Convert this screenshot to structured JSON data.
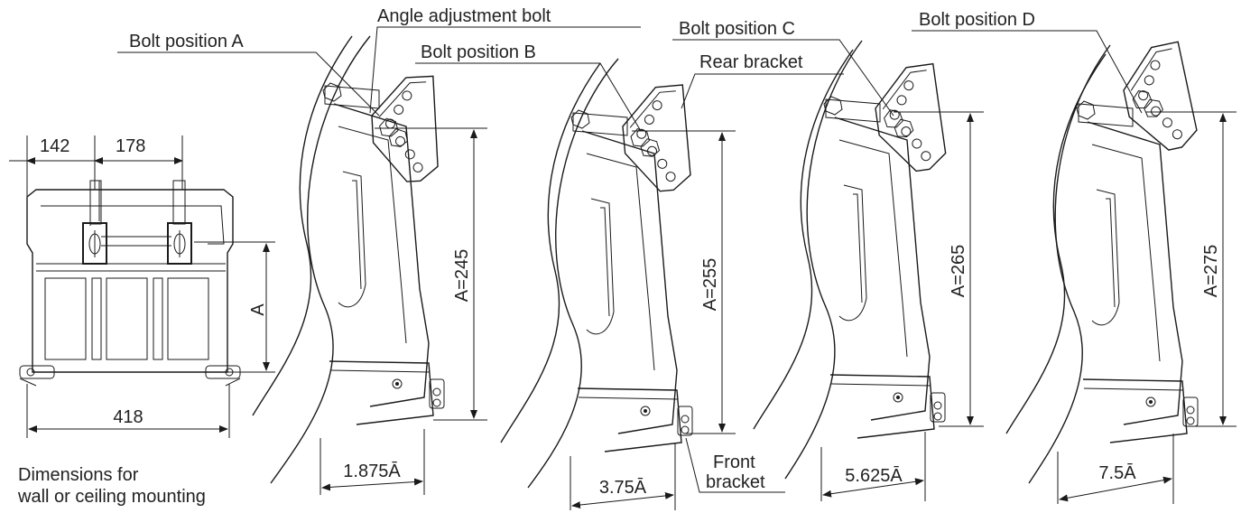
{
  "labels": {
    "angle_bolt": "Angle adjustment bolt",
    "bolt_a": "Bolt position A",
    "bolt_b": "Bolt position B",
    "bolt_c": "Bolt position C",
    "bolt_d": "Bolt position D",
    "rear_bracket": "Rear bracket",
    "front_bracket_1": "Front",
    "front_bracket_2": "bracket",
    "caption_1": "Dimensions for",
    "caption_2": "wall or ceiling mounting"
  },
  "front_view": {
    "dim_left": "142",
    "dim_mid": "178",
    "dim_height": "A",
    "dim_width": "418"
  },
  "side_views": [
    {
      "height_label": "A=245",
      "angle_label": "1.875Ā"
    },
    {
      "height_label": "A=255",
      "angle_label": "3.75Ā"
    },
    {
      "height_label": "A=265",
      "angle_label": "5.625Ā"
    },
    {
      "height_label": "A=275",
      "angle_label": "7.5Ā"
    }
  ]
}
